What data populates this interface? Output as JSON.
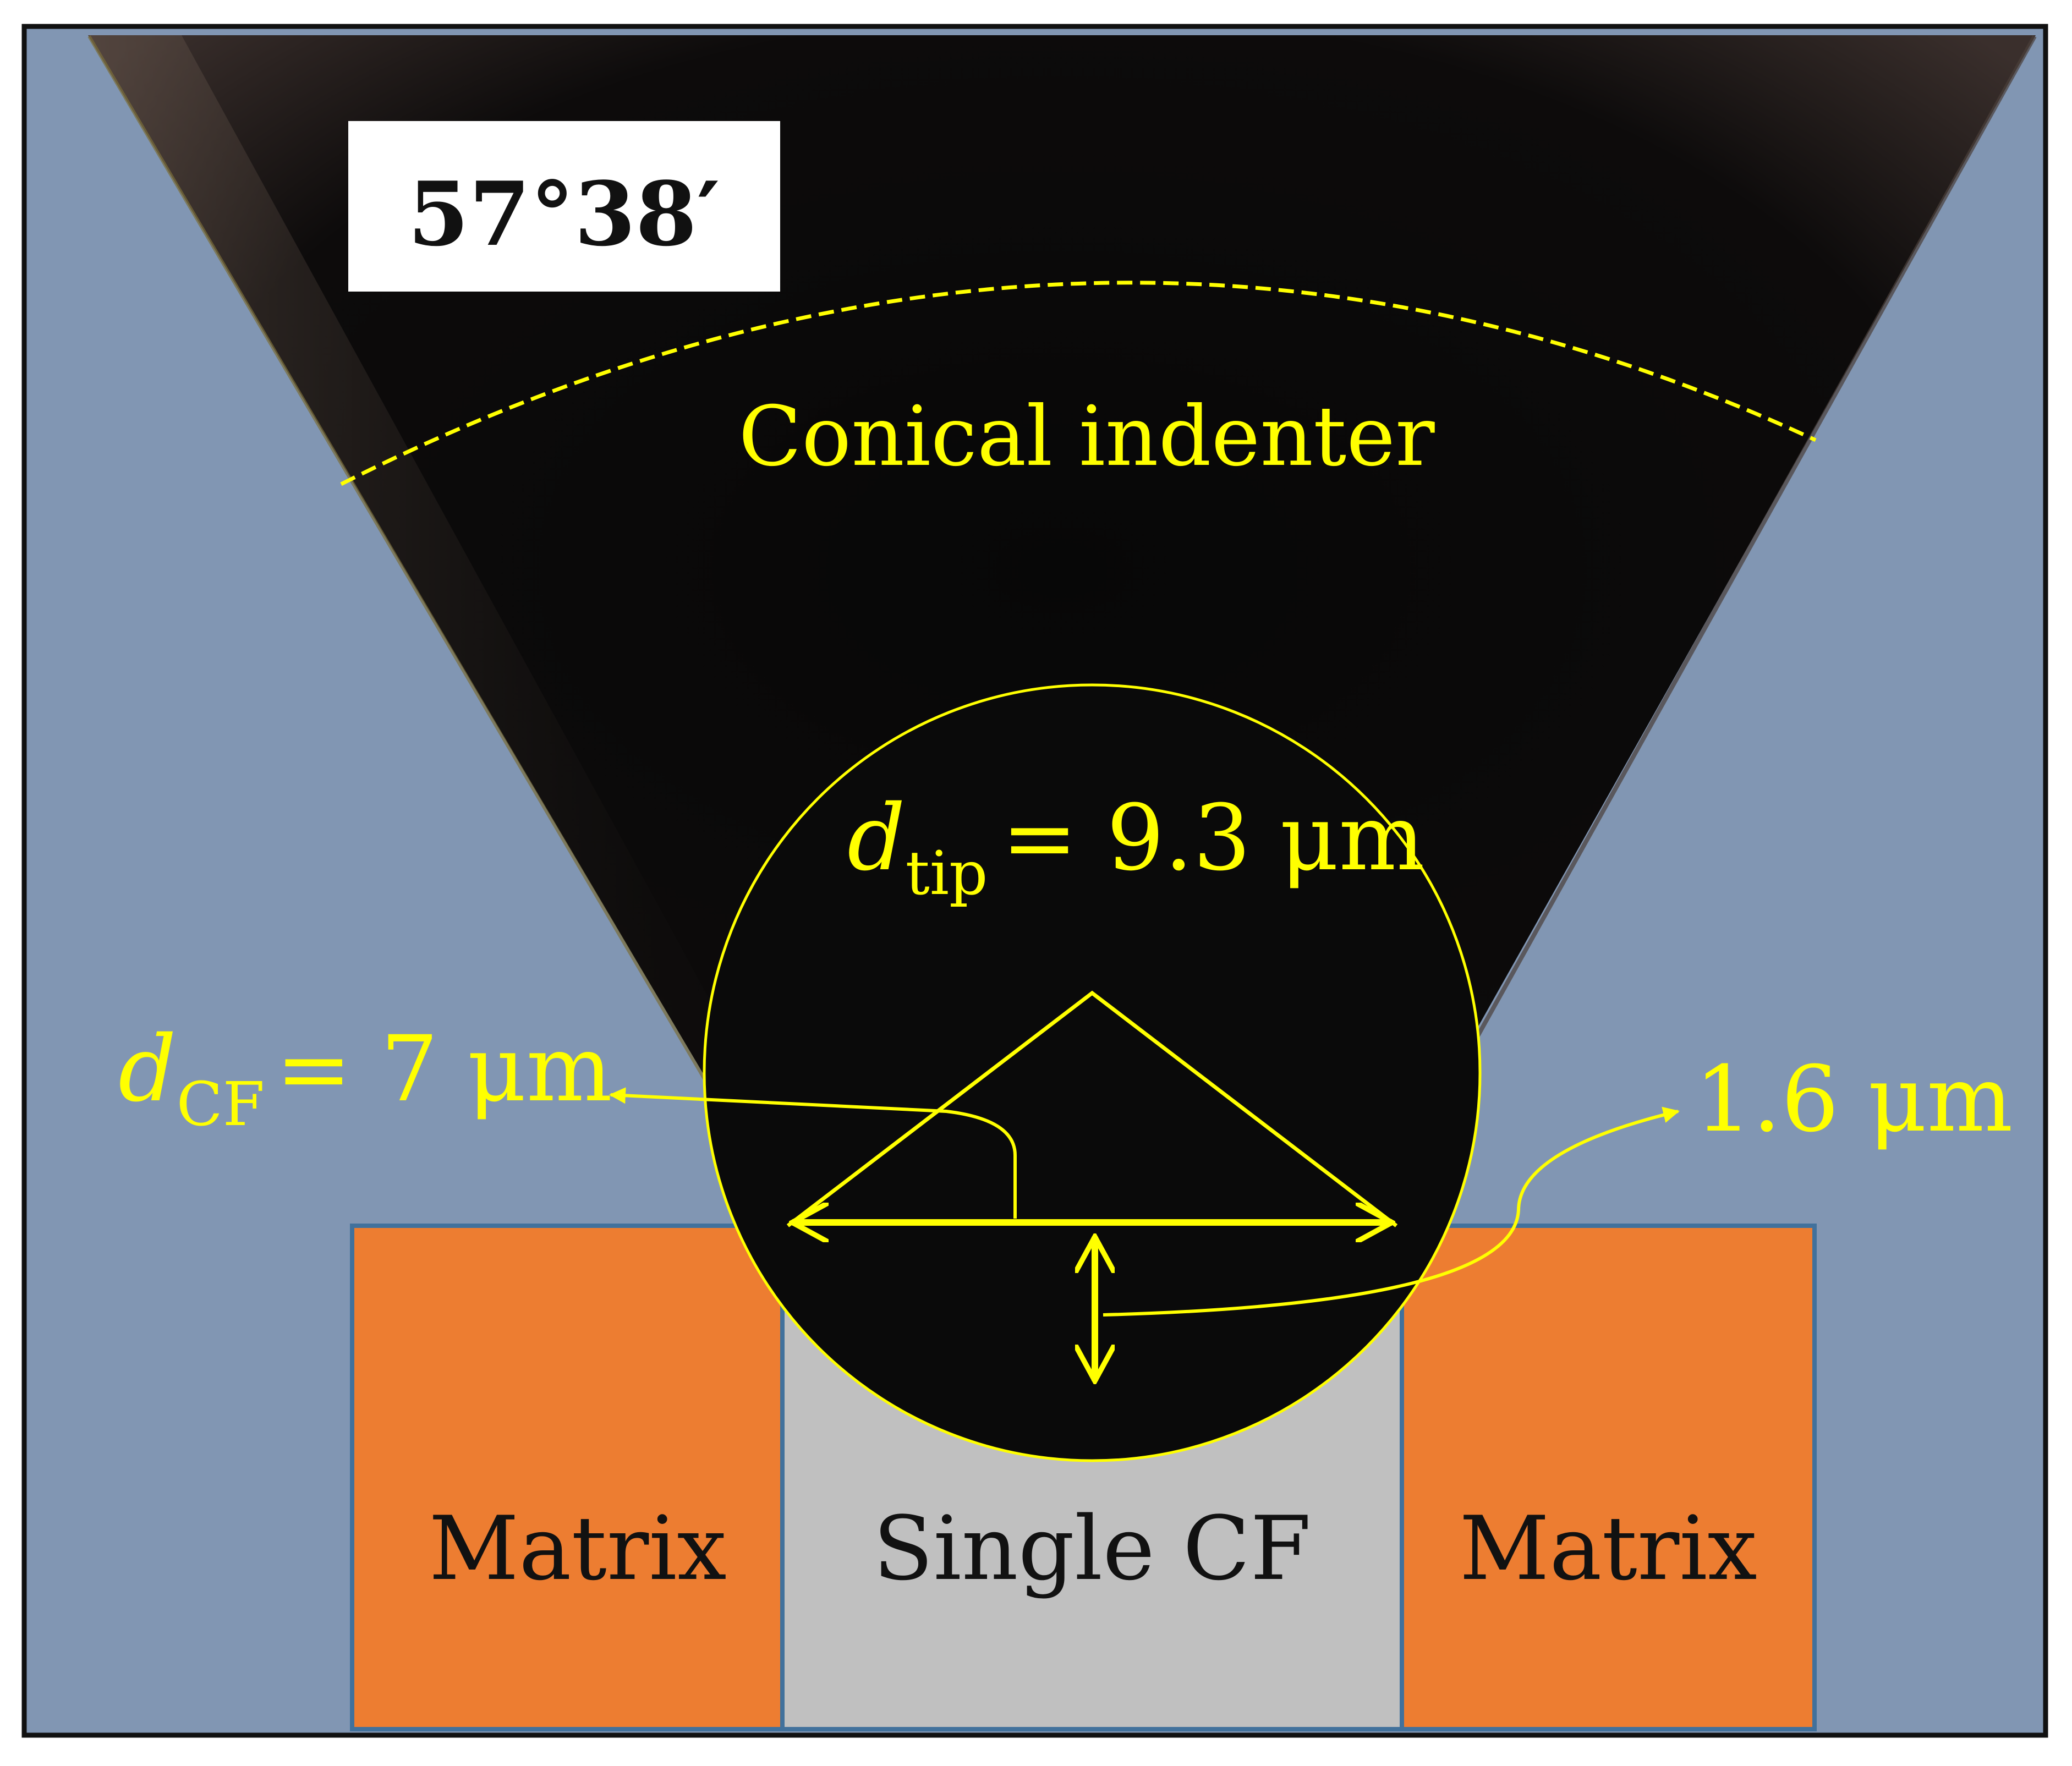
{
  "angle_label": "57°38′",
  "indenter_label": "Conical indenter",
  "tip_diameter": {
    "symbol": "d",
    "subscript": "tip",
    "value": "= 9.3 μm"
  },
  "fiber_diameter": {
    "symbol": "d",
    "subscript": "CF",
    "value": "= 7 μm"
  },
  "depth_label": "1.6 μm",
  "blocks": {
    "left": "Matrix",
    "center": "Single CF",
    "right": "Matrix"
  },
  "colors": {
    "background": "#8196b3",
    "indenter": "#0b0b0b",
    "annotation": "#ffff00",
    "matrix": "#ed7d31",
    "fiber": "#c0c0c0",
    "block_border": "#41719c",
    "frame": "#111111"
  }
}
